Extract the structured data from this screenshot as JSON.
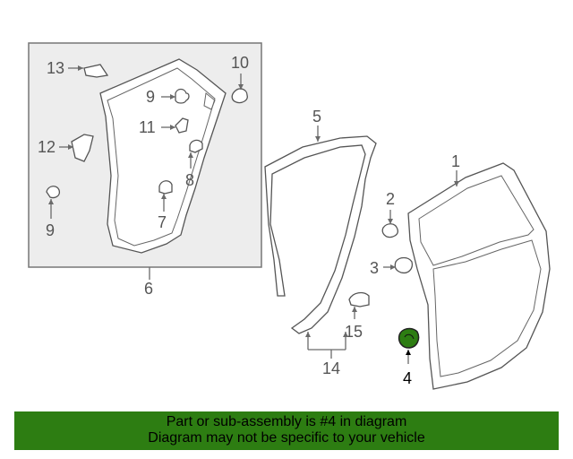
{
  "callouts": {
    "c1": "1",
    "c2": "2",
    "c3": "3",
    "c4": "4",
    "c5": "5",
    "c6": "6",
    "c7": "7",
    "c8": "8",
    "c9a": "9",
    "c9b": "9",
    "c10": "10",
    "c11": "11",
    "c12": "12",
    "c13": "13",
    "c14": "14",
    "c15": "15"
  },
  "highlight_part": "4",
  "colors": {
    "banner_bg": "#2d7d12",
    "highlight_fill": "#2d7d12",
    "inset_bg": "#ededed",
    "line": "#6a6a6a"
  },
  "banner": {
    "line1": "Part or sub-assembly is #4 in diagram",
    "line2": "Diagram may not be specific to your vehicle"
  }
}
